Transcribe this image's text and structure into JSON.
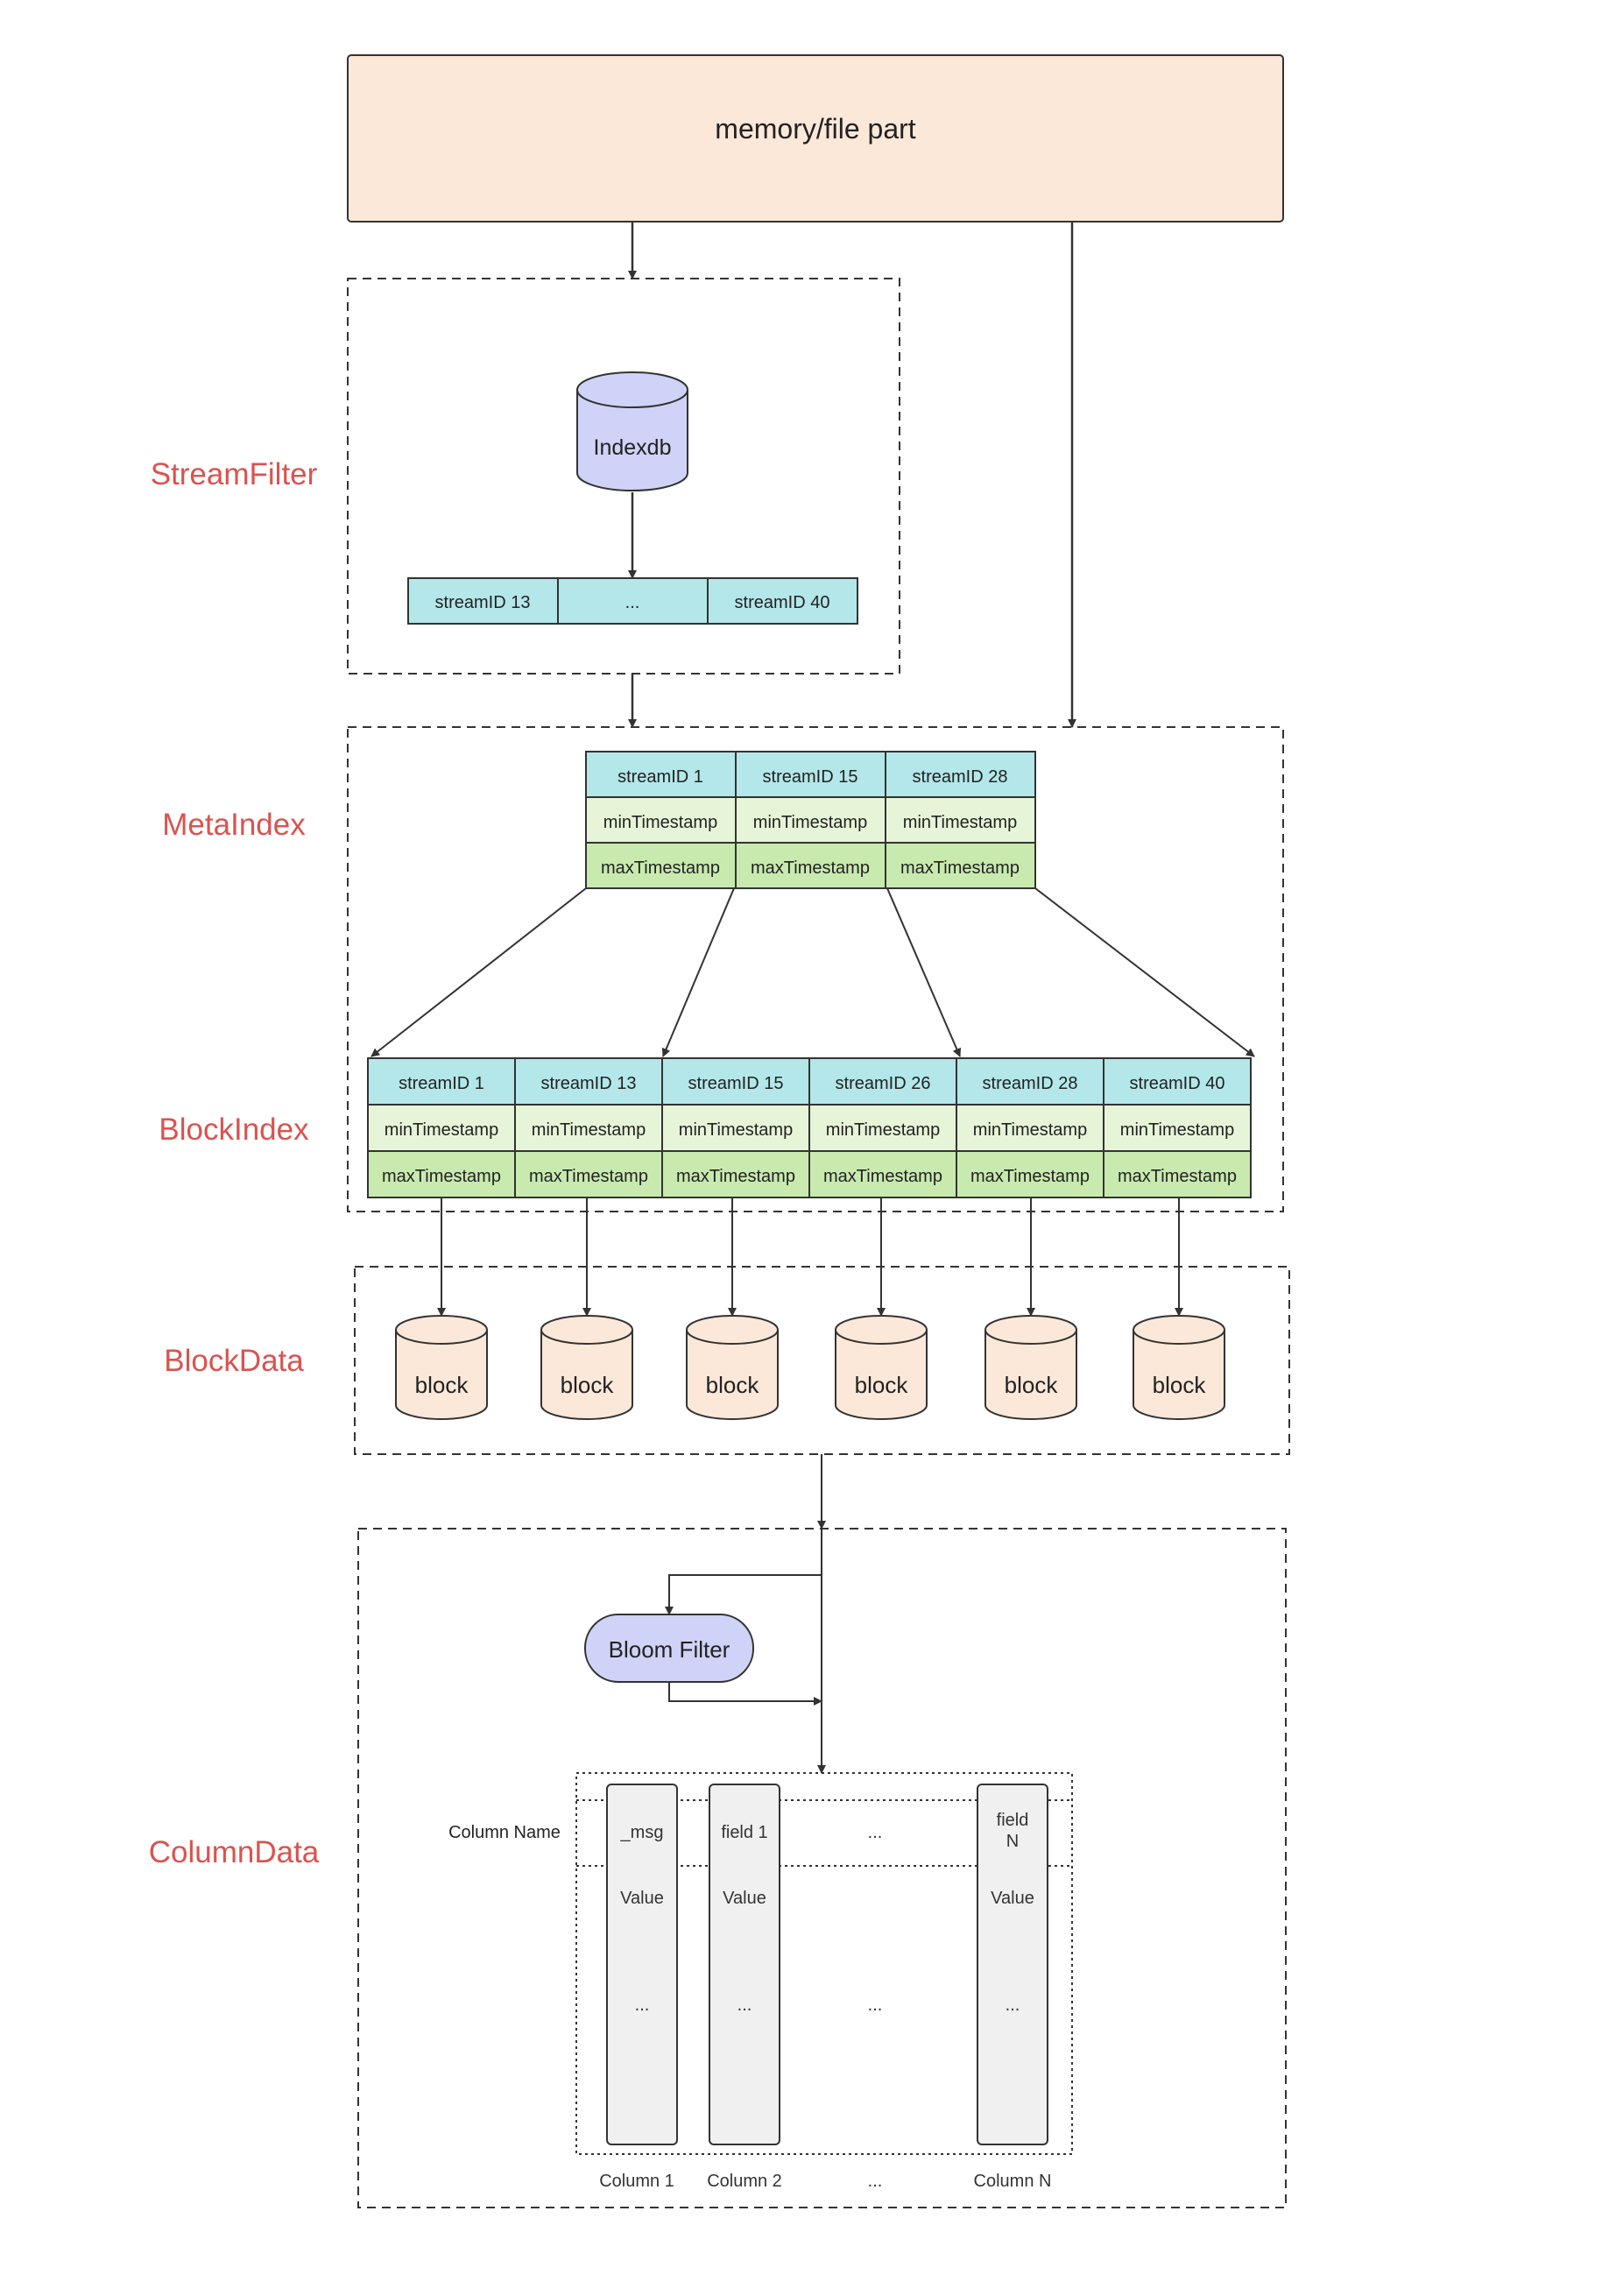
{
  "colors": {
    "peach": "#fbe8d9",
    "lavender": "#cfd3f7",
    "cyan": "#b4e7e9",
    "light_green": "#e6f5d8",
    "green": "#c8eaae",
    "column_gray": "#f0f0f0",
    "section_label": "#d9534f",
    "line": "#333333"
  },
  "memory": {
    "label": "memory/file part"
  },
  "sections": {
    "stream_filter": "StreamFilter",
    "meta_index": "MetaIndex",
    "block_index": "BlockIndex",
    "block_data": "BlockData",
    "column_data": "ColumnData"
  },
  "stream_filter": {
    "db_label": "Indexdb",
    "cells": [
      "streamID 13",
      "...",
      "streamID 40"
    ]
  },
  "meta_index": {
    "columns": [
      {
        "id": "streamID 1",
        "min": "minTimestamp",
        "max": "maxTimestamp"
      },
      {
        "id": "streamID 15",
        "min": "minTimestamp",
        "max": "maxTimestamp"
      },
      {
        "id": "streamID 28",
        "min": "minTimestamp",
        "max": "maxTimestamp"
      }
    ]
  },
  "block_index": {
    "columns": [
      {
        "id": "streamID 1",
        "min": "minTimestamp",
        "max": "maxTimestamp"
      },
      {
        "id": "streamID 13",
        "min": "minTimestamp",
        "max": "maxTimestamp"
      },
      {
        "id": "streamID 15",
        "min": "minTimestamp",
        "max": "maxTimestamp"
      },
      {
        "id": "streamID 26",
        "min": "minTimestamp",
        "max": "maxTimestamp"
      },
      {
        "id": "streamID 28",
        "min": "minTimestamp",
        "max": "maxTimestamp"
      },
      {
        "id": "streamID 40",
        "min": "minTimestamp",
        "max": "maxTimestamp"
      }
    ]
  },
  "block_data": {
    "labels": [
      "block",
      "block",
      "block",
      "block",
      "block",
      "block"
    ]
  },
  "column_data": {
    "bloom_filter": "Bloom Filter",
    "column_name_label": "Column Name",
    "columns": [
      {
        "header": "_msg",
        "value": "Value",
        "more": "...",
        "footer": "Column 1"
      },
      {
        "header": "field 1",
        "value": "Value",
        "more": "...",
        "footer": "Column 2"
      },
      {
        "header": "...",
        "value": "",
        "more": "...",
        "footer": "..."
      },
      {
        "header": "field\nN",
        "value": "Value",
        "more": "...",
        "footer": "Column N"
      }
    ]
  }
}
